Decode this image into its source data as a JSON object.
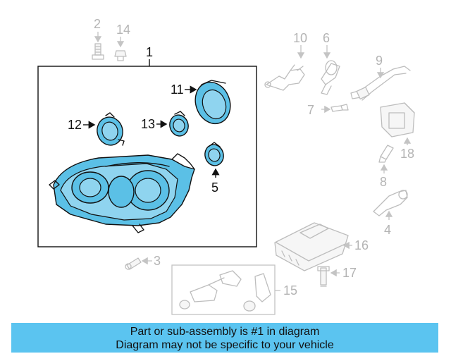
{
  "callouts": {
    "c1": "1",
    "c2": "2",
    "c3": "3",
    "c4": "4",
    "c5": "5",
    "c6": "6",
    "c7": "7",
    "c8": "8",
    "c9": "9",
    "c10": "10",
    "c11": "11",
    "c12": "12",
    "c13": "13",
    "c14": "14",
    "c15": "15",
    "c16": "16",
    "c17": "17",
    "c18": "18"
  },
  "colors": {
    "highlight": "#5bc0e6",
    "banner": "#5bc4f0",
    "dimmed": "#bdbdbd",
    "ink": "#111111"
  },
  "footer": {
    "line1": "Part or sub-assembly is #1 in diagram",
    "line2": "Diagram may not be specific to your vehicle"
  }
}
